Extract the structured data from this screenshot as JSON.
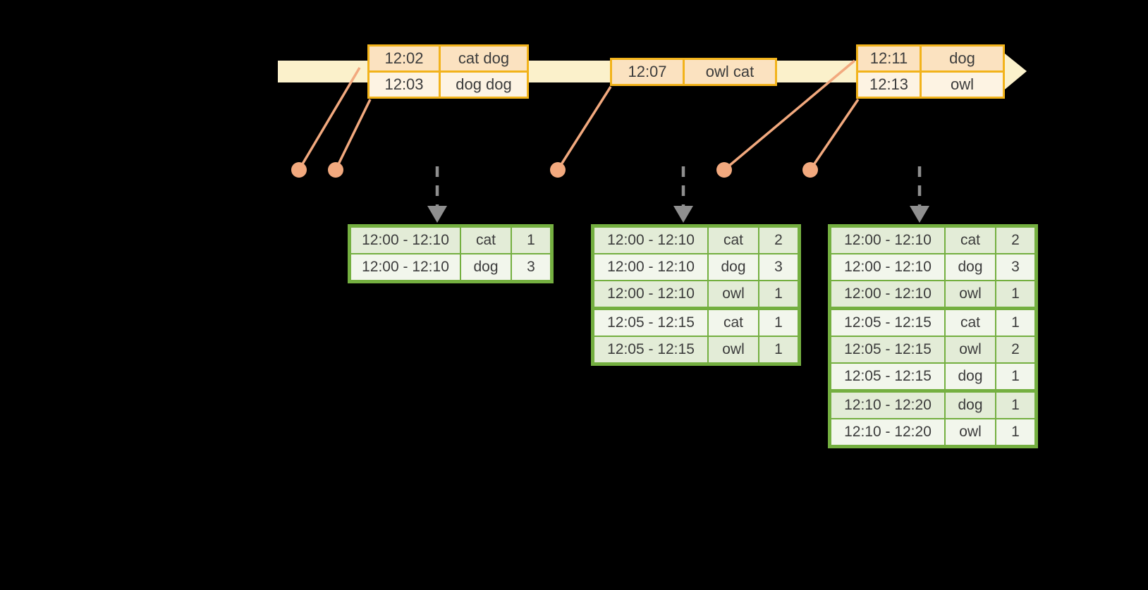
{
  "colors": {
    "background": "#000000",
    "timeline_band": "#FBF1CB",
    "event_table_border": "#F2B31B",
    "event_row_peach": "#FBE2C0",
    "event_row_cream": "#FDF3E3",
    "event_line_and_dot": "#F2A97E",
    "trigger_arrow_gray": "#8F8F8F",
    "result_table_border": "#74AF40",
    "result_row_green": "#E3ECD7",
    "result_row_light": "#F2F6EC",
    "text": "#3C3C3C"
  },
  "event_tables": [
    {
      "rows": [
        {
          "cells": [
            "12:02",
            "cat dog"
          ]
        },
        {
          "cells": [
            "12:03",
            "dog dog"
          ]
        }
      ]
    },
    {
      "rows": [
        {
          "cells": [
            "12:07",
            "owl cat"
          ]
        }
      ]
    },
    {
      "rows": [
        {
          "cells": [
            "12:11",
            "dog"
          ]
        },
        {
          "cells": [
            "12:13",
            "owl"
          ]
        }
      ]
    }
  ],
  "result_tables": [
    {
      "rows": [
        {
          "cells": [
            "12:00 - 12:10",
            "cat",
            "1"
          ]
        },
        {
          "cells": [
            "12:00 - 12:10",
            "dog",
            "3"
          ]
        }
      ]
    },
    {
      "rows": [
        {
          "cells": [
            "12:00 - 12:10",
            "cat",
            "2"
          ]
        },
        {
          "cells": [
            "12:00 - 12:10",
            "dog",
            "3"
          ]
        },
        {
          "cells": [
            "12:00 - 12:10",
            "owl",
            "1"
          ]
        },
        {
          "cells": [
            "12:05 - 12:15",
            "cat",
            "1"
          ],
          "group_start": true
        },
        {
          "cells": [
            "12:05 - 12:15",
            "owl",
            "1"
          ]
        }
      ]
    },
    {
      "rows": [
        {
          "cells": [
            "12:00 - 12:10",
            "cat",
            "2"
          ]
        },
        {
          "cells": [
            "12:00 - 12:10",
            "dog",
            "3"
          ]
        },
        {
          "cells": [
            "12:00 - 12:10",
            "owl",
            "1"
          ]
        },
        {
          "cells": [
            "12:05 - 12:15",
            "cat",
            "1"
          ],
          "group_start": true
        },
        {
          "cells": [
            "12:05 - 12:15",
            "owl",
            "2"
          ]
        },
        {
          "cells": [
            "12:05 - 12:15",
            "dog",
            "1"
          ]
        },
        {
          "cells": [
            "12:10 - 12:20",
            "dog",
            "1"
          ],
          "group_start": true
        },
        {
          "cells": [
            "12:10 - 12:20",
            "owl",
            "1"
          ]
        }
      ]
    }
  ]
}
